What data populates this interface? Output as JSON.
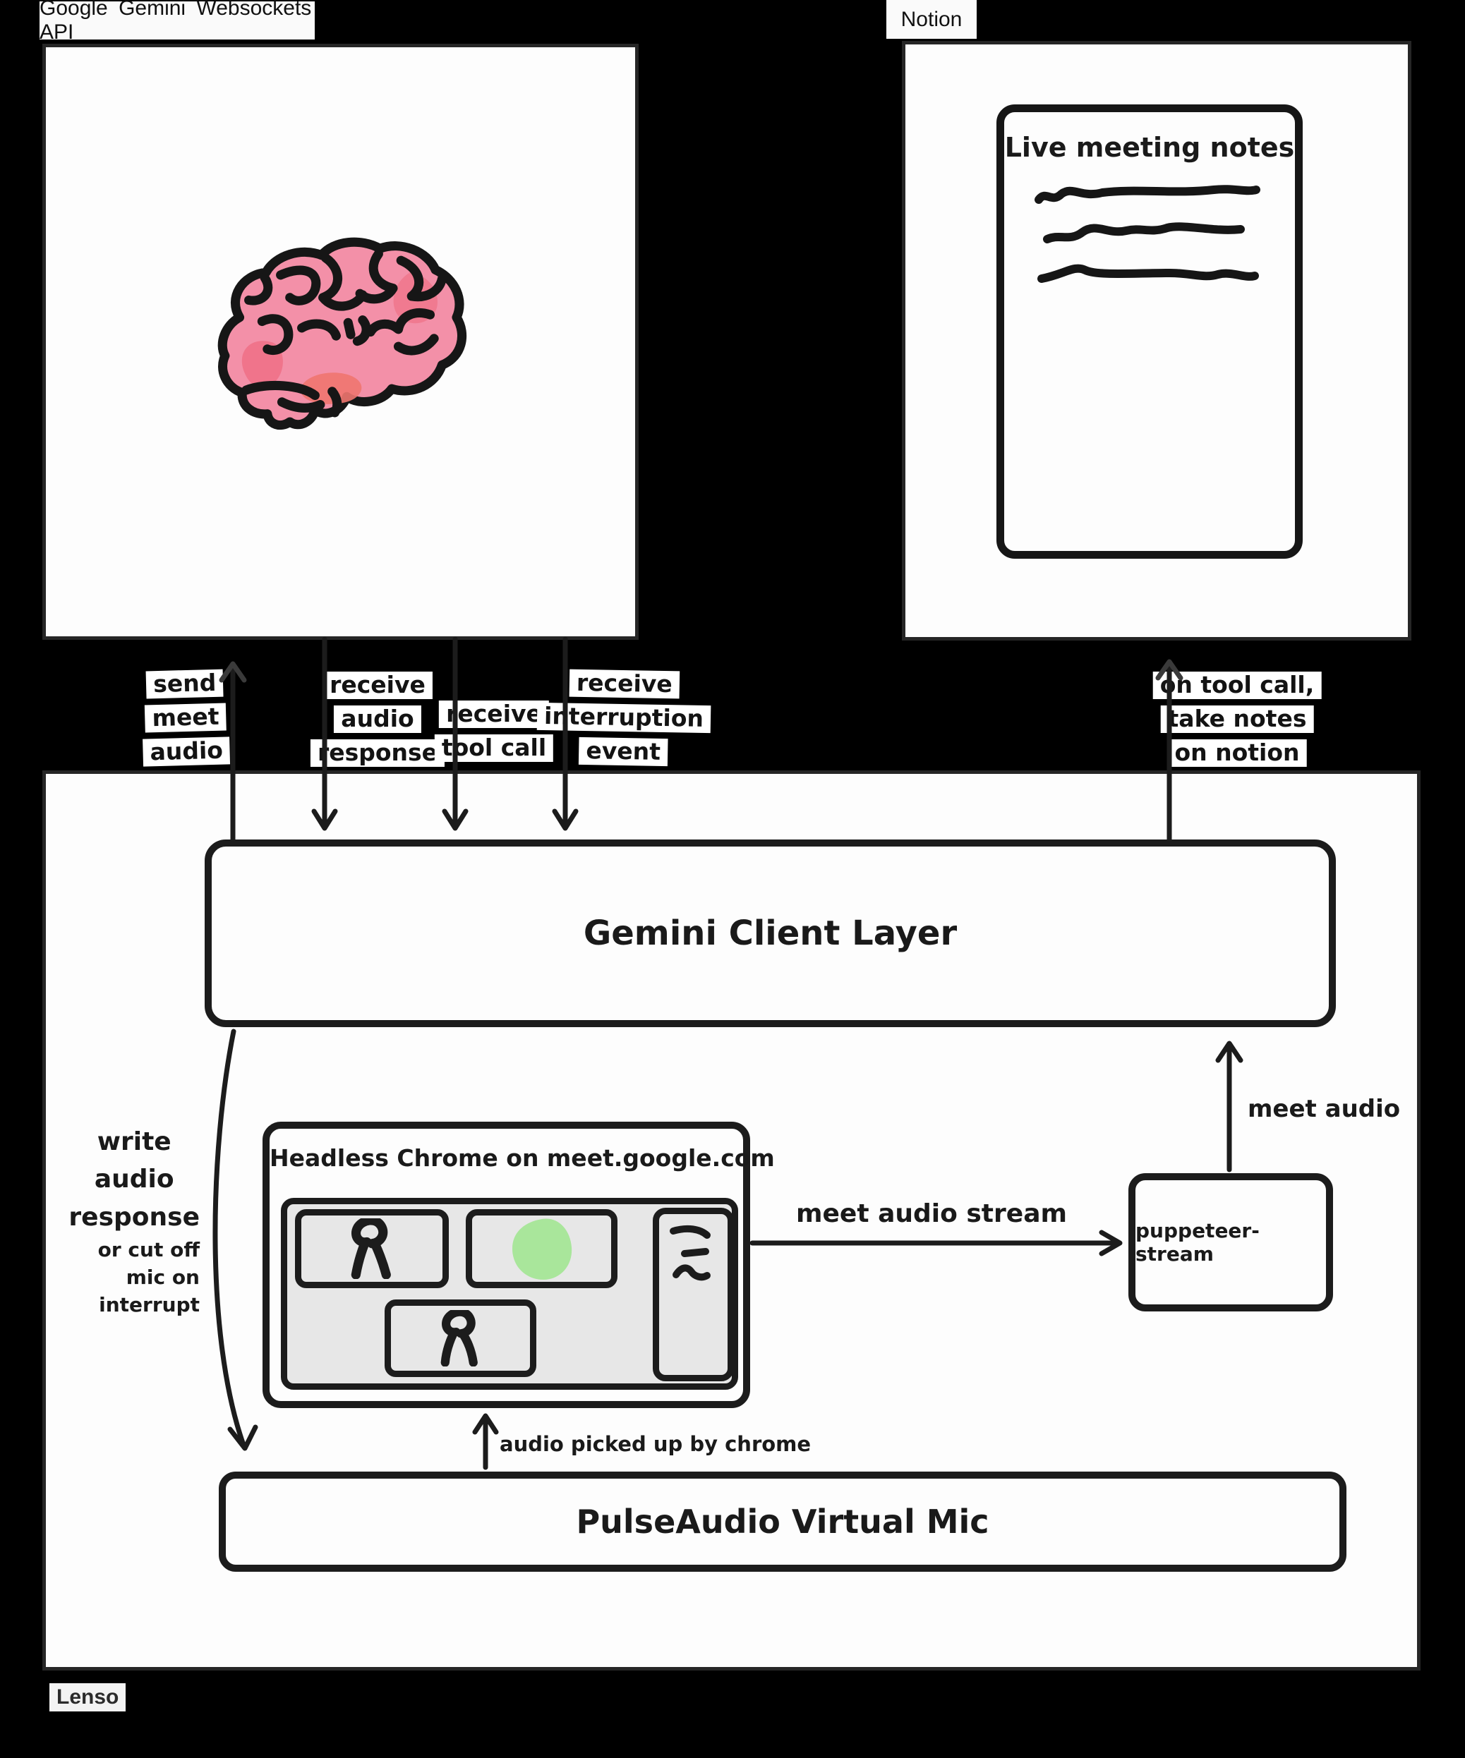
{
  "header": {
    "api_label": "Google Gemini Websockets API",
    "notion_label": "Notion"
  },
  "notion_panel": {
    "notes_title": "Live meeting notes"
  },
  "flows": {
    "send_meet_audio": [
      "send",
      "meet",
      "audio"
    ],
    "receive_audio_response": [
      "receive",
      "audio",
      "response"
    ],
    "receive_tool_call": [
      "receive",
      "tool call"
    ],
    "receive_interruption_event": [
      "receive",
      "interruption",
      "event"
    ],
    "on_tool_call": [
      "on tool call,",
      "take notes",
      "on notion"
    ],
    "meet_audio_stream": "meet audio stream",
    "meet_audio": "meet audio",
    "write_audio_response": [
      "write",
      "audio",
      "response"
    ],
    "cut_off_mic": [
      "or cut off",
      "mic on",
      "interrupt"
    ],
    "audio_picked_up": "audio picked up by chrome"
  },
  "system": {
    "gemini_client_layer": "Gemini Client Layer",
    "headless_chrome_title": "Headless Chrome on meet.google.com",
    "puppeteer_stream": "puppeteer-stream",
    "pulseaudio": "PulseAudio Virtual Mic"
  },
  "watermark": "Lenso",
  "colors": {
    "background": "#000000",
    "panel_white": "#fdfdfd",
    "ink": "#1c1c1c",
    "brain_pink": "#f390a8",
    "brain_dark_pink": "#ee7086",
    "brain_salmon": "#f0756f",
    "speaker_green": "#a9e69b",
    "meet_gray": "#e7e7e7"
  }
}
